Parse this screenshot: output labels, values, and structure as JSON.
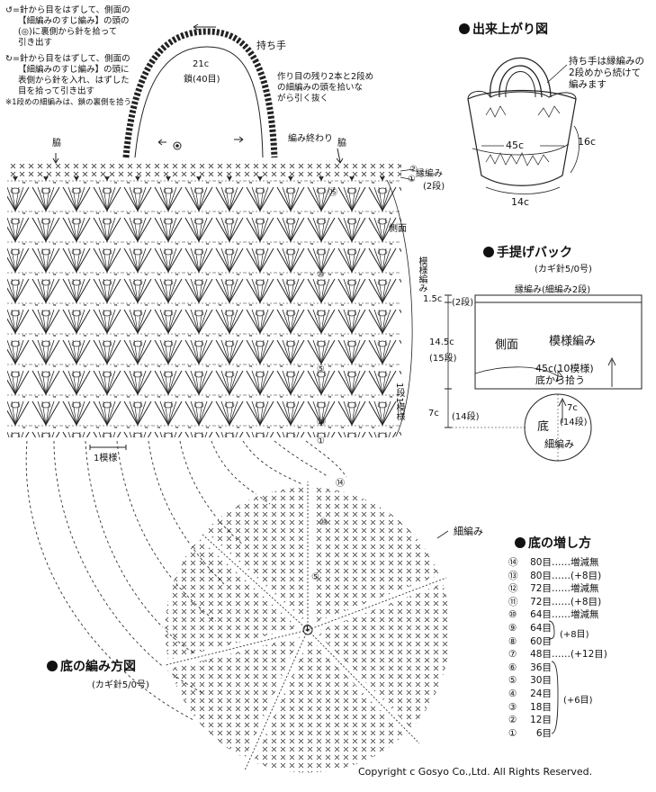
{
  "notes": {
    "line1": "↺=針から目をはずして、側面の",
    "line2": "【細編みのすじ編み】の頭の",
    "line3": "(◎)に裏側から針を拾って",
    "line4": "引き出す",
    "line5": "↻=針から目をはずして、側面の",
    "line6": "【細編みのすじ編み】の頭に",
    "line7": "表側から針を入れ、はずした",
    "line8": "目を拾って引き出す",
    "line9": "※1段めの細編みは、鎖の裏側を拾う"
  },
  "handle": {
    "label": "持ち手",
    "size": "21c",
    "chain": "鎖(40目)",
    "desc1": "作り目の残り2本と2段め",
    "desc2": "の細編みの頭を拾いな",
    "desc3": "がら引く抜く"
  },
  "side": {
    "edge_left": "脇",
    "edge_right": "脇",
    "finish": "編み終わり",
    "border": "縁編み",
    "border_rows": "(2段)",
    "side_label": "側面",
    "pattern": "模様編み",
    "one_pattern": "1模様",
    "one_row": "1段1模様",
    "row_marks": [
      "①",
      "②",
      "①",
      "⑤",
      "⑩",
      "⑮",
      "⑳"
    ]
  },
  "finished": {
    "title": "出来上がり図",
    "note1": "持ち手は縁編みの",
    "note2": "2段めから続けて",
    "note3": "編みます",
    "width": "45c",
    "depth": "16c",
    "bottom": "14c"
  },
  "bag": {
    "title": "手提げバック",
    "hook": "(カギ針5/0号)",
    "border": "縁編み(細編み2段)",
    "h1": "1.5c",
    "h1_rows": "(2段)",
    "h2": "14.5c",
    "h2_rows": "(15段)",
    "side": "側面",
    "pattern": "模様編み",
    "width": "45c(10模様)",
    "pick": "底から拾う",
    "h3": "7c",
    "h3_rows": "(14段)",
    "bottom": "底",
    "bottom_size": "7c",
    "bottom_rows": "(14段)",
    "bottom_stitch": "細編み"
  },
  "bottom_chart": {
    "title": "底の編み方図",
    "hook": "(カギ針5/0号)",
    "stitch": "細編み",
    "row14": "⑭",
    "row10": "⑩",
    "row5": "⑤",
    "row1": "①"
  },
  "increase": {
    "title": "底の増し方",
    "rows": [
      {
        "no": "⑭",
        "count": "80目",
        "note": "増減無"
      },
      {
        "no": "⑬",
        "count": "80目",
        "note": "(+8目)"
      },
      {
        "no": "⑫",
        "count": "72目",
        "note": "増減無"
      },
      {
        "no": "⑪",
        "count": "72目",
        "note": "(+8目)"
      },
      {
        "no": "⑩",
        "count": "64目",
        "note": "増減無"
      },
      {
        "no": "⑨",
        "count": "64目",
        "note": ""
      },
      {
        "no": "⑧",
        "count": "60目",
        "note": ""
      },
      {
        "no": "⑦",
        "count": "48目",
        "note": "(+12目)"
      },
      {
        "no": "⑥",
        "count": "36目",
        "note": ""
      },
      {
        "no": "⑤",
        "count": "30目",
        "note": ""
      },
      {
        "no": "④",
        "count": "24目",
        "note": ""
      },
      {
        "no": "③",
        "count": "18目",
        "note": ""
      },
      {
        "no": "②",
        "count": "12目",
        "note": ""
      },
      {
        "no": "①",
        "count": "6目",
        "note": ""
      }
    ],
    "group_8": "(+8目)",
    "group_6": "(+6目)"
  },
  "copyright": "Copyright c Gosyo Co.,Ltd. All Rights Reserved."
}
